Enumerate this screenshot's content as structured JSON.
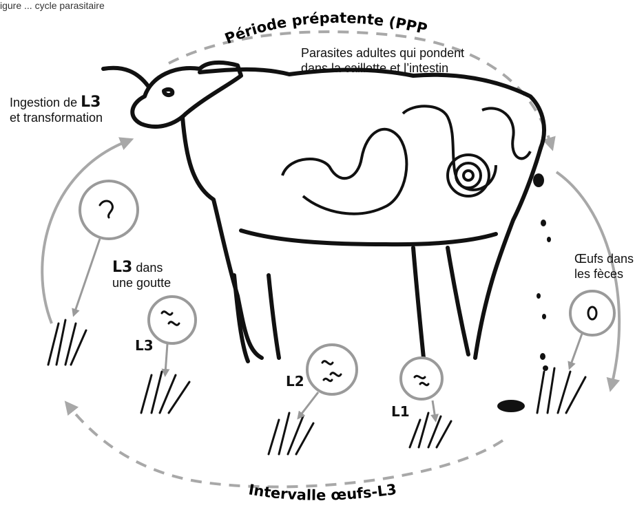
{
  "figure": {
    "caption_fragment": "igure ... cycle parasitaire",
    "arc_top_label": "Période prépatente (PPP)",
    "arc_bottom_label": "Intervalle œufs-L3"
  },
  "labels": {
    "adults": {
      "line1": "Parasites adultes qui pondent",
      "line2": "dans la caillette et l’intestin"
    },
    "ingestion": {
      "prefix": "Ingestion de ",
      "stage": "L3",
      "line2": "et transformation"
    },
    "l3_drop": {
      "stage": "L3",
      "suffix": " dans",
      "line2": "une goutte"
    },
    "eggs": {
      "line1": "Œufs dans",
      "line2": "les fèces"
    }
  },
  "stages": [
    {
      "key": "l1",
      "label": "L1"
    },
    {
      "key": "l2",
      "label": "L2"
    },
    {
      "key": "l3",
      "label": "L3"
    }
  ],
  "colors": {
    "ink": "#111111",
    "arrow_gray": "#a8a8a8",
    "circle_gray": "#9a9a9a"
  }
}
